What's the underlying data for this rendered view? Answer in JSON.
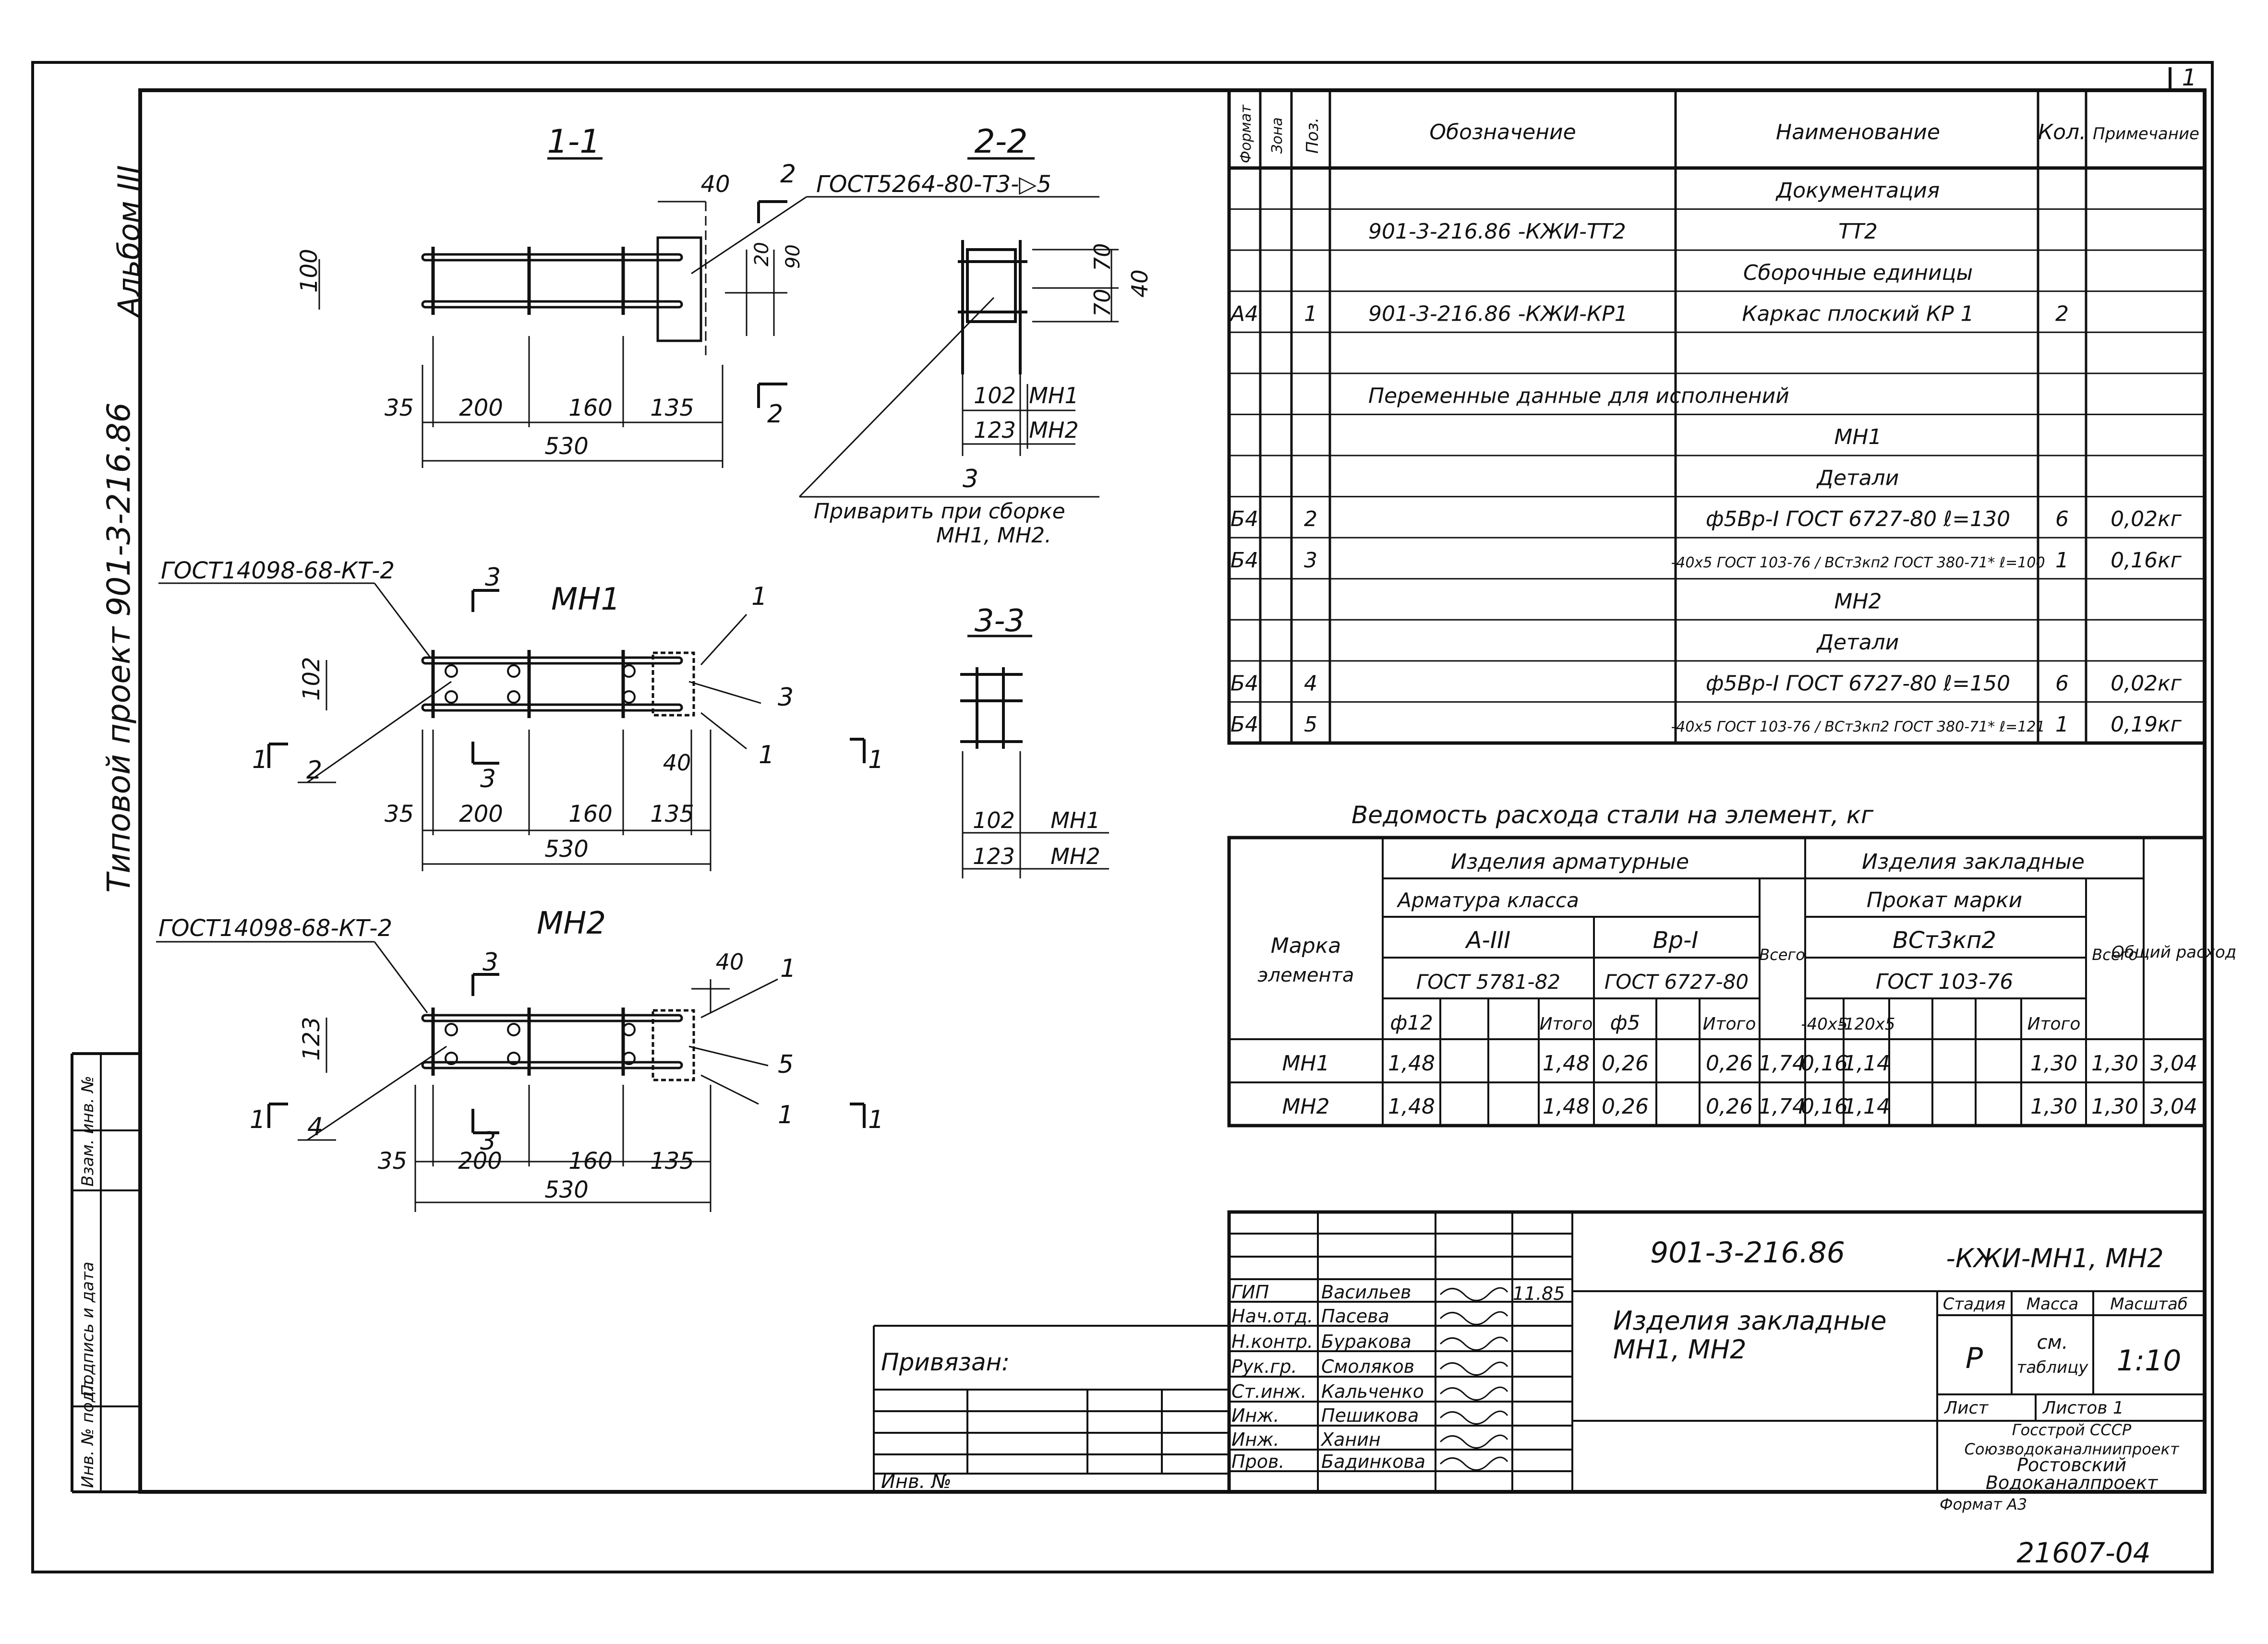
{
  "page_number": "1",
  "side_stamp": {
    "album": "Альбом III",
    "project": "Типовой проект 901-3-216.86",
    "field_inv_podl": "Инв. № подл.",
    "field_podpis": "Подпись и дата",
    "field_vzam": "Взам. инв. №"
  },
  "views": {
    "s11_title": "1-1",
    "s22_title": "2-2",
    "s33_title": "3-3",
    "mn1_title": "МН1",
    "mn2_title": "МН2",
    "weld_gost": "ГОСТ5264-80-Т3-▷5",
    "weld_note_1": "Приварить при сборке",
    "weld_note_2": "МН1, МН2.",
    "kt_gost_1": "ГОСТ14098-68-КТ-2",
    "kt_gost_2": "ГОСТ14098-68-КТ-2",
    "dim_35": "35",
    "dim_200": "200",
    "dim_160": "160",
    "dim_135": "135",
    "dim_530": "530",
    "dim_40": "40",
    "dim_100": "100",
    "dim_102": "102",
    "dim_123": "123",
    "dim_70": "70",
    "dim_20": "20",
    "dim_90": "90",
    "mark_1": "1",
    "mark_2": "2",
    "mark_3": "3",
    "mark_4": "4",
    "mark_5": "5",
    "sec_2": "2",
    "sec_3": "3",
    "sec_1": "1",
    "lbl_102": "102",
    "lbl_123": "123",
    "lbl_mn1": "МН1",
    "lbl_mn2": "МН2"
  },
  "spec": {
    "headers": [
      "Формат",
      "Зона",
      "Поз.",
      "Обозначение",
      "Наименование",
      "Кол.",
      "Примечание"
    ],
    "rows": [
      {
        "f": "",
        "z": "",
        "p": "",
        "d": "",
        "n": "Документация",
        "k": "",
        "r": ""
      },
      {
        "f": "",
        "z": "",
        "p": "",
        "d": "901-3-216.86 -КЖИ-ТТ2",
        "n": "ТТ2",
        "k": "",
        "r": ""
      },
      {
        "f": "",
        "z": "",
        "p": "",
        "d": "",
        "n": "Сборочные единицы",
        "k": "",
        "r": ""
      },
      {
        "f": "А4",
        "z": "",
        "p": "1",
        "d": "901-3-216.86 -КЖИ-КР1",
        "n": "Каркас плоский КР 1",
        "k": "2",
        "r": ""
      },
      {
        "f": "",
        "z": "",
        "p": "",
        "d": "",
        "n": "",
        "k": "",
        "r": ""
      },
      {
        "f": "",
        "z": "",
        "p": "",
        "d": "Переменные данные для исполнений",
        "n": "",
        "k": "",
        "r": ""
      },
      {
        "f": "",
        "z": "",
        "p": "",
        "d": "",
        "n": "МН1",
        "k": "",
        "r": ""
      },
      {
        "f": "",
        "z": "",
        "p": "",
        "d": "",
        "n": "Детали",
        "k": "",
        "r": ""
      },
      {
        "f": "Б4",
        "z": "",
        "p": "2",
        "d": "",
        "n": "ф5Вр-I ГОСТ 6727-80 ℓ=130",
        "k": "6",
        "r": "0,02кг"
      },
      {
        "f": "Б4",
        "z": "",
        "p": "3",
        "d": "",
        "n": "-40х5 ГОСТ 103-76 / ВСт3кп2 ГОСТ 380-71* ℓ=100",
        "k": "1",
        "r": "0,16кг"
      },
      {
        "f": "",
        "z": "",
        "p": "",
        "d": "",
        "n": "МН2",
        "k": "",
        "r": ""
      },
      {
        "f": "",
        "z": "",
        "p": "",
        "d": "",
        "n": "Детали",
        "k": "",
        "r": ""
      },
      {
        "f": "Б4",
        "z": "",
        "p": "4",
        "d": "",
        "n": "ф5Вр-I ГОСТ 6727-80 ℓ=150",
        "k": "6",
        "r": "0,02кг"
      },
      {
        "f": "Б4",
        "z": "",
        "p": "5",
        "d": "",
        "n": "-40х5 ГОСТ 103-76 / ВСт3кп2 ГОСТ 380-71* ℓ=121",
        "k": "1",
        "r": "0,19кг"
      }
    ]
  },
  "steel": {
    "title": "Ведомость расхода стали на элемент, кг",
    "h_arm": "Изделия арматурные",
    "h_zakl": "Изделия закладные",
    "h_arm_class": "Арматура класса",
    "h_prokat": "Прокат марки",
    "h_a3": "А-III",
    "h_vr1": "Вр-I",
    "h_vst": "ВСт3кп2",
    "h_gost5781": "ГОСТ 5781-82",
    "h_gost6727": "ГОСТ 6727-80",
    "h_gost103": "ГОСТ 103-76",
    "h_vsego1": "Всего",
    "h_vsego2": "Всего",
    "h_total": "Общий расход",
    "h_mark_1": "Марка",
    "h_mark_2": "элемента",
    "h_f12": "ф12",
    "h_itogo1": "Итого",
    "h_f5": "ф5",
    "h_itogo2": "Итого",
    "h_40x5": "-40х5",
    "h_120x5": "-120х5",
    "h_itogo3": "Итого",
    "rows": [
      {
        "mark": "МН1",
        "f12": "1,48",
        "it1": "1,48",
        "f5": "0,26",
        "it2": "0,26",
        "vs1": "1,74",
        "a": "0,16",
        "b": "1,14",
        "it3": "1,30",
        "vs2": "1,30",
        "tot": "3,04"
      },
      {
        "mark": "МН2",
        "f12": "1,48",
        "it1": "1,48",
        "f5": "0,26",
        "it2": "0,26",
        "vs1": "1,74",
        "a": "0,16",
        "b": "1,14",
        "it3": "1,30",
        "vs2": "1,30",
        "tot": "3,04"
      }
    ]
  },
  "title_block": {
    "code": "901-3-216.86",
    "code_suffix": "-КЖИ-МН1, МН2",
    "name_1": "Изделия закладные",
    "name_2": "МН1, МН2",
    "privyazan": "Привязан:",
    "inv_no": "Инв. №",
    "roles": [
      "ГИП",
      "Нач.отд.",
      "Н.контр.",
      "Рук.гр.",
      "Ст.инж.",
      "Инж.",
      "Инж.",
      "Пров."
    ],
    "names": [
      "Васильев",
      "Пасева",
      "Буракова",
      "Смоляков",
      "Кальченко",
      "Пешикова",
      "Ханин",
      "Бадинкова"
    ],
    "date": "11.85",
    "stage_h": "Стадия",
    "mass_h": "Масса",
    "scale_h": "Масштаб",
    "stage": "Р",
    "mass_1": "см.",
    "mass_2": "таблицу",
    "scale": "1:10",
    "sheet_h": "Лист",
    "sheets_h": "Листов 1",
    "org_1": "Госстрой СССР",
    "org_2": "Союзводоканалниипроект",
    "org_3": "Ростовский",
    "org_4": "Водоканалпроект",
    "format": "Формат А3",
    "doc_number": "21607-04"
  }
}
